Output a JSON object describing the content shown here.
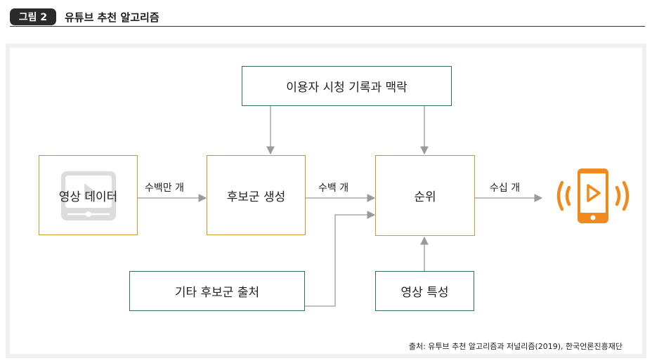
{
  "figure": {
    "badge": "그림 2",
    "title": "유튜브 추천 알고리즘",
    "source": "출처:  유투브 추천 알고리즘과 저널리즘(2019), 한국언론진흥재단"
  },
  "nodes": {
    "user_history": "이용자 시청 기록과 맥락",
    "video_data": "영상 데이터",
    "candidate_generation": "후보군 생성",
    "ranking": "순위",
    "other_sources": "기타 후보군 출처",
    "video_features": "영상 특성"
  },
  "edges": {
    "video_to_candidates": "수백만 개",
    "candidates_to_ranking": "수백 개",
    "ranking_to_output": "수십 개"
  },
  "colors": {
    "gold_border": "#c99a2e",
    "teal_border": "#2f6f73",
    "arrow": "#9a9a9a",
    "phone_orange": "#f08a1c",
    "video_icon_gray": "#dcdcdc"
  },
  "icons": {
    "video_data_bg": "video-player-icon",
    "output": "smartphone-play-icon"
  }
}
